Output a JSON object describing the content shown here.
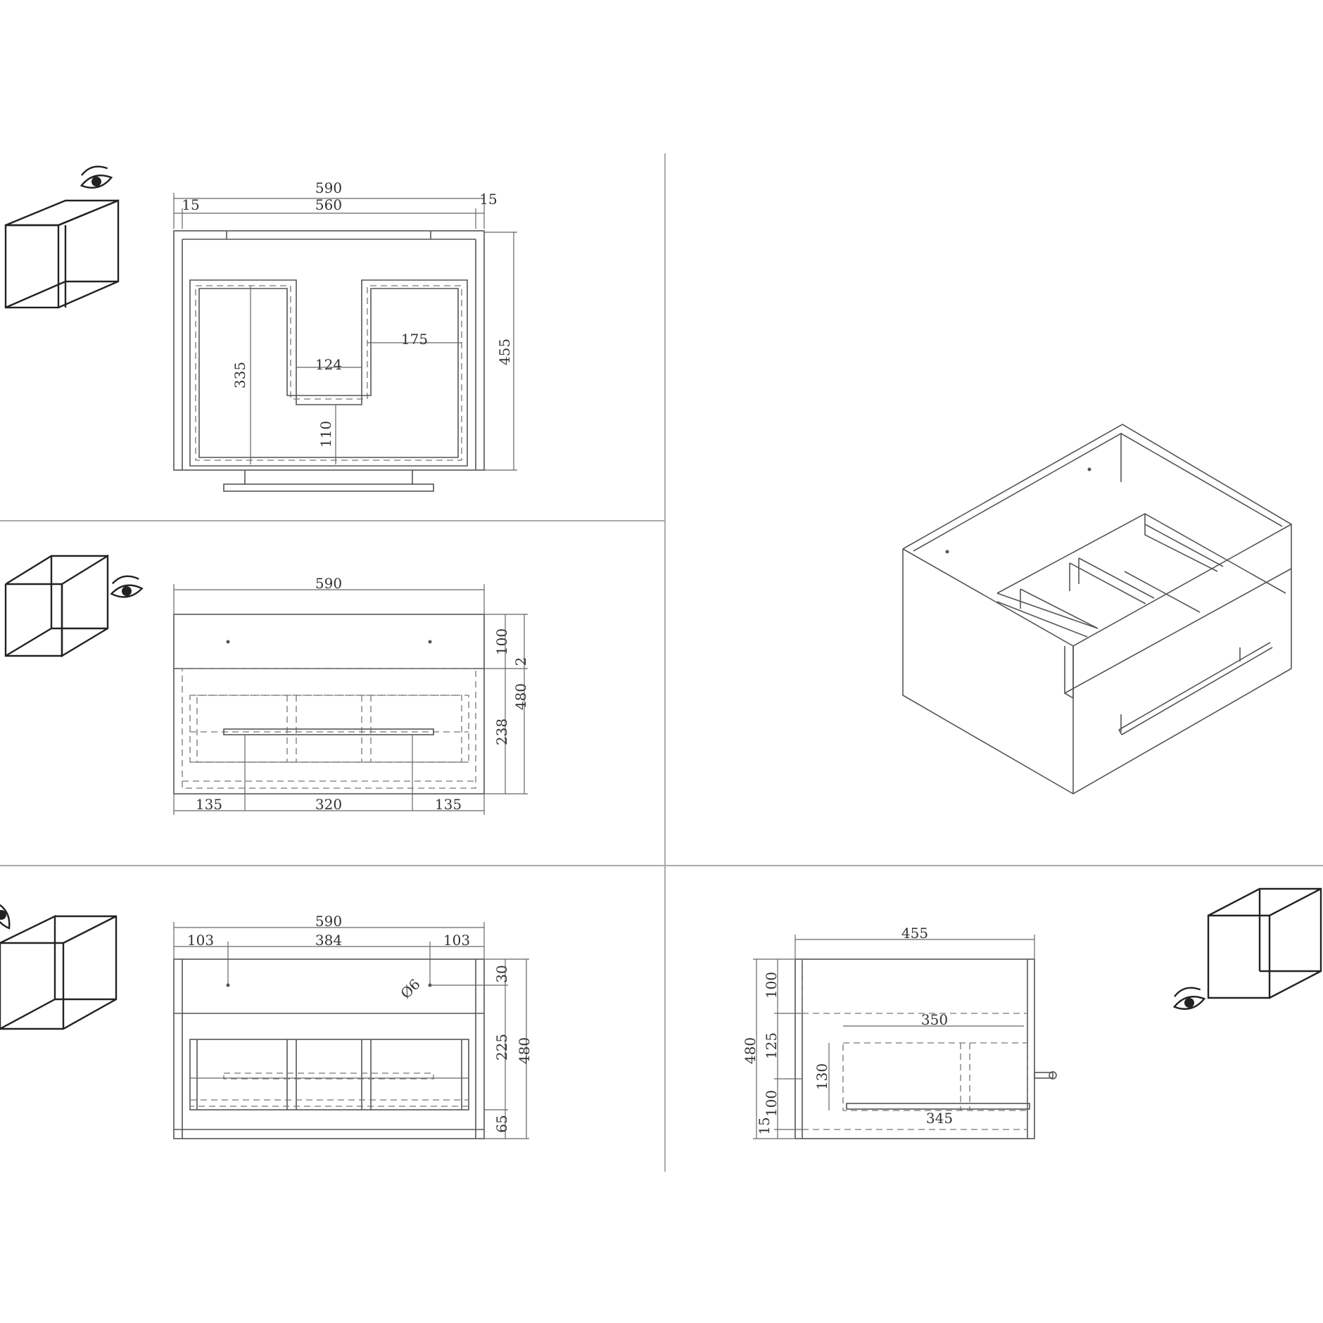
{
  "colors": {
    "top_face": "#f26a10",
    "side_face": "#6b7071",
    "front_face": "#dd44ee",
    "back_face": "#0a64e8",
    "line": "#555555",
    "divider": "#aaaaaa"
  },
  "icons": [
    "eye-icon",
    "cube-view-indicator-icon"
  ],
  "top_view": {
    "dims": {
      "overall_width": "590",
      "left_panel": "15",
      "inner_width": "560",
      "right_panel": "15",
      "depth": "455",
      "drawer_depth": "335",
      "cutout_width": "124",
      "drawer_side": "175",
      "cutout_rear": "110"
    }
  },
  "front_view": {
    "dims": {
      "overall_width": "590",
      "top_rail": "100",
      "gap": "2",
      "height": "480",
      "drawer_height": "238",
      "handle_left": "135",
      "handle_span": "320",
      "handle_right": "135"
    }
  },
  "back_view": {
    "dims": {
      "overall_width": "590",
      "hole_left": "103",
      "hole_span": "384",
      "hole_right": "103",
      "hole_diameter": "Ø6",
      "top_offset": "30",
      "mid_height": "225",
      "height": "480",
      "bottom_offset": "65"
    }
  },
  "side_view": {
    "dims": {
      "depth": "455",
      "top_rail": "100",
      "height": "480",
      "gap_125": "125",
      "lower_100": "100",
      "base_15": "15",
      "drawer_depth_350": "350",
      "drawer_height": "130",
      "drawer_bottom": "345"
    }
  }
}
